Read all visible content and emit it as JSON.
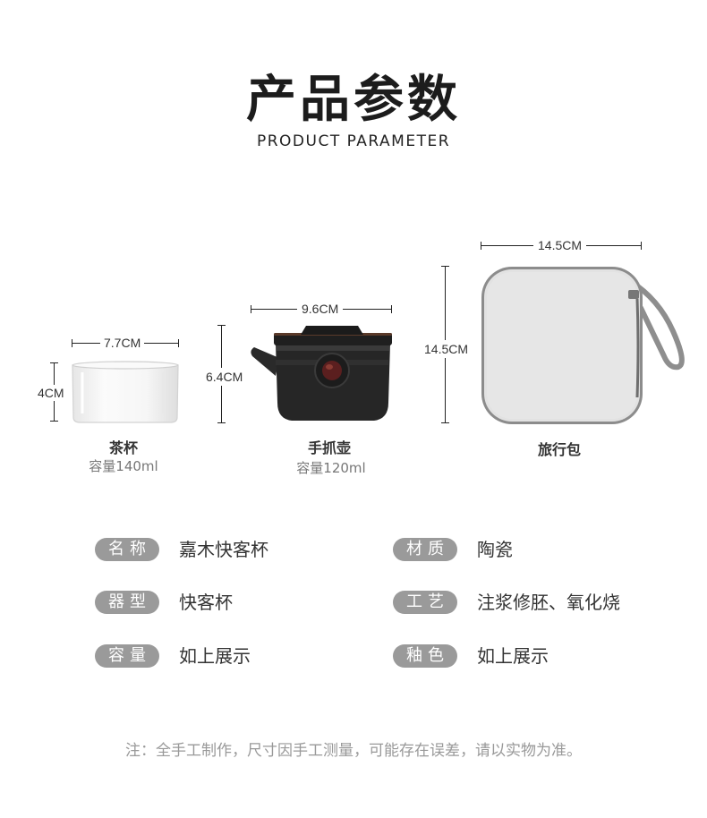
{
  "header": {
    "title": "产品参数",
    "subtitle": "PRODUCT PARAMETER"
  },
  "products": {
    "cup": {
      "name": "茶杯",
      "capacity": "容量140ml",
      "width": "7.7CM",
      "height": "4CM"
    },
    "pot": {
      "name": "手抓壶",
      "capacity": "容量120ml",
      "width": "9.6CM",
      "height": "6.4CM"
    },
    "bag": {
      "name": "旅行包",
      "width": "14.5CM",
      "height": "14.5CM"
    }
  },
  "specs": [
    {
      "label": "名称",
      "value": "嘉木快客杯"
    },
    {
      "label": "材质",
      "value": "陶瓷"
    },
    {
      "label": "器型",
      "value": "快客杯"
    },
    {
      "label": "工艺",
      "value": "注浆修胚、氧化烧"
    },
    {
      "label": "容量",
      "value": "如上展示"
    },
    {
      "label": "釉色",
      "value": "如上展示"
    }
  ],
  "note": "注：全手工制作，尺寸因手工测量，可能存在误差，请以实物为准。"
}
